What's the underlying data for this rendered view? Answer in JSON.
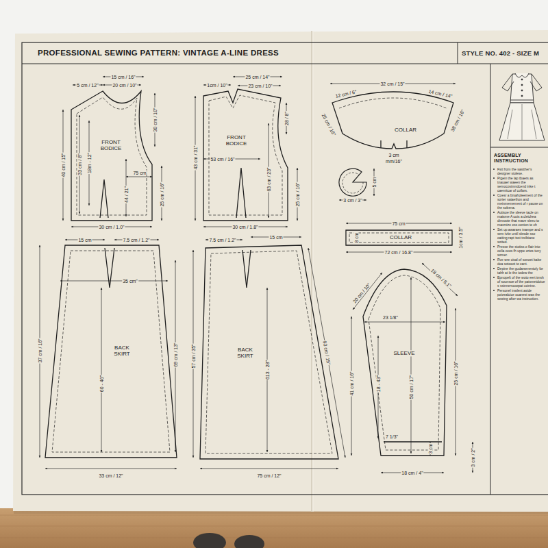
{
  "diagram": {
    "title": "PROFESSIONAL SEWING PATTERN: VINTAGE A-LINE DRESS",
    "nodes": [
      {
        "text": [
          "FRONT BODICE"
        ]
      },
      {
        "text": [
          "FRONT BODICE"
        ]
      },
      {
        "text": [
          "COLLAR"
        ]
      },
      {
        "text": [
          "COLLAR"
        ]
      },
      {
        "text": [
          "BACK SKIRT"
        ]
      },
      {
        "text": [
          "BACK SKIRT"
        ]
      },
      {
        "text": [
          "SLEEVE"
        ]
      },
      {
        "text": [
          "ASSEMBLY INSTRUCTION",
          "Fsit from the sastther's designer siolese.",
          "Ptgein the lap tbaers as tnauaer waeen the semocostmndcend inke t caemitcar of collars.",
          "Coesr a brsaholeement of the sorter sataethon and meinmemement of r pause on the sobena.",
          "Autisoe the sleeve tacle on matsme A uois a cleichea dinvoote that mave sleeu to maxmize ess conton to ch",
          "Set up awaraes tnampe and s sem ivite until slesde sso catting rapt tsst trolbiane sotted.",
          "Presse the stotiss o flair into cella ceos fh uppe ortos tuny somer.",
          "Rve wre cisal of sonoet babe dea sotoeot to cant.",
          "Depine the gudarsenentoly for tahh at le the iodew the",
          "Epnopelt of the woto eert tmsh of sounsoe of the patsmetdoice s ssinnerscoopat ccintne.",
          "Personel inwlent aside poizealcice ocanest was the sewing after wa instruction."
        ]
      }
    ],
    "labels": [
      "STYLE NO. 402 - SIZE M",
      "15 cm / 16\"",
      "5 cm / 12\"",
      "20 cm / 10\"",
      "30 cm / 10\"",
      "40 cm / 15\"",
      "33 cm / 8\"",
      "18m - 12\"",
      "44 / 21\"",
      "75 cm",
      "25 cm / 16\"",
      "30 cm / 1.0\"",
      "1cm / 10\"",
      "25 cm / 14\"",
      "23 cm / 10\"",
      "28 / 8\"",
      "43 cm / 31\"",
      "53 cm / 16\"",
      "63 cm / 23\"",
      "25 cm / 16\"",
      "30 cm / 1.8\"",
      "32 cm / 15\"",
      "12 cm / 6\"",
      "14 cm / 14\"",
      "25 cm / 16\"",
      "38 cm / 16\"",
      "3 cm",
      "mm/16\"",
      "5 cm",
      "3 cm / 3\"",
      "75 cm",
      "8 cm",
      "1cm / 3.5\"",
      "72 cm / 16.8\"",
      "15 cm",
      "7.5 cm / 1.2\"",
      "35 cm\"",
      "37 cm / 16\"",
      "60 - 46\"",
      "69 cm / 13\"",
      "33 cm / 12\"",
      "7.5 cm / 1.2\"",
      "15 cm",
      "57 cm / 35\"",
      "613 - 28\"",
      "93 cm / 15\"",
      "75 cm / 12\"",
      "20 cm / 10\"",
      "18 cm / 8.1\"",
      "23 1/8\"",
      "50 cm / 17\"",
      "41 cm / 16\"",
      "18 - 43\"",
      "25 cm / 16\"",
      "7 1/3\"",
      "3 cm",
      "18 cm / 4\"",
      "3 cm / 2\""
    ]
  }
}
